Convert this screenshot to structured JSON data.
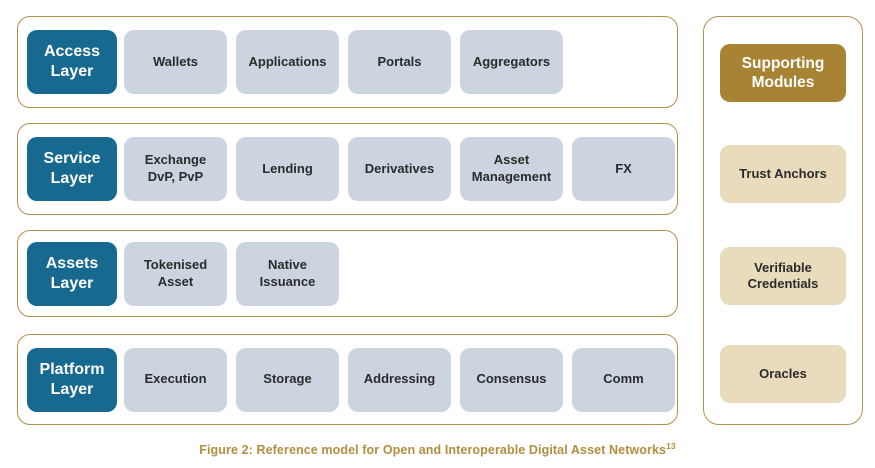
{
  "caption": {
    "text": "Figure 2: Reference model for Open and Interoperable Digital Asset Networks",
    "superscript": "13"
  },
  "layers": [
    {
      "label": "Access Layer",
      "items": [
        "Wallets",
        "Applications",
        "Portals",
        "Aggregators"
      ]
    },
    {
      "label": "Service Layer",
      "items": [
        "Exchange DvP, PvP",
        "Lending",
        "Derivatives",
        "Asset Management",
        "FX"
      ]
    },
    {
      "label": "Assets Layer",
      "items": [
        "Tokenised Asset",
        "Native Issuance"
      ]
    },
    {
      "label": "Platform Layer",
      "items": [
        "Execution",
        "Storage",
        "Addressing",
        "Consensus",
        "Comm"
      ]
    }
  ],
  "supporting": {
    "header": "Supporting Modules",
    "items": [
      "Trust Anchors",
      "Verifiable Credentials",
      "Oracles"
    ]
  },
  "colors": {
    "layer_label_bg": "#17698f",
    "layer_item_bg": "#ccd4e0",
    "container_border": "#b3914a",
    "supporting_header_bg": "#a98334",
    "supporting_item_bg": "#e9dcbd",
    "caption_text": "#b28e3e"
  }
}
